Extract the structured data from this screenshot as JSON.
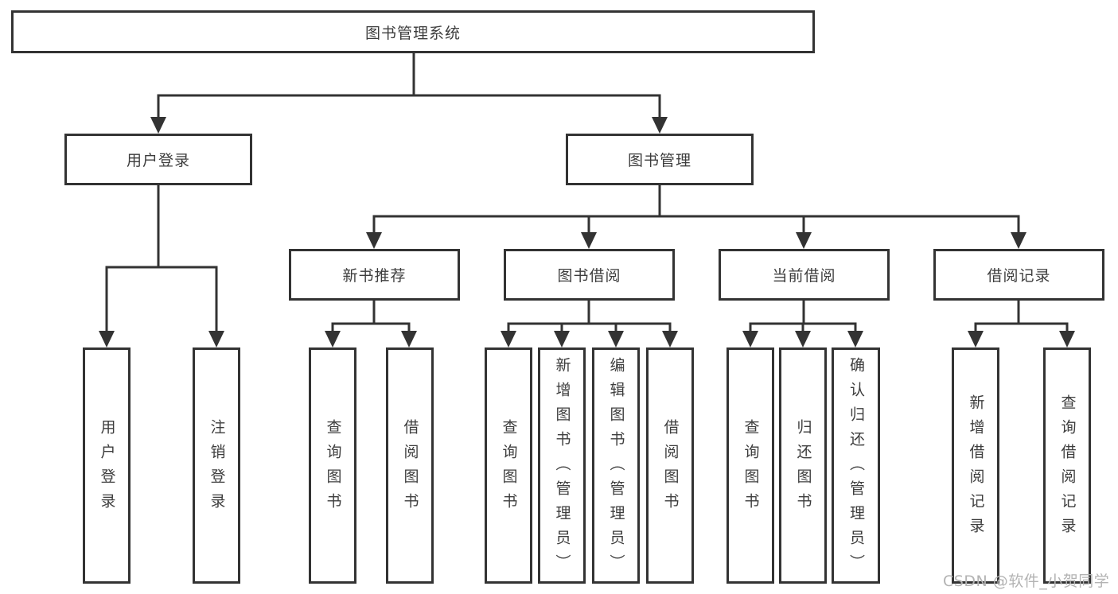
{
  "diagram": {
    "root": {
      "label": "图书管理系统"
    },
    "branches": [
      {
        "label": "用户登录",
        "children": [
          {
            "label": "用户登录"
          },
          {
            "label": "注销登录"
          }
        ]
      },
      {
        "label": "图书管理",
        "sections": [
          {
            "label": "新书推荐",
            "children": [
              {
                "label": "查询图书"
              },
              {
                "label": "借阅图书"
              }
            ]
          },
          {
            "label": "图书借阅",
            "children": [
              {
                "label": "查询图书"
              },
              {
                "label": "新增图书（管理员）"
              },
              {
                "label": "编辑图书（管理员）"
              },
              {
                "label": "借阅图书"
              }
            ]
          },
          {
            "label": "当前借阅",
            "children": [
              {
                "label": "查询图书"
              },
              {
                "label": "归还图书"
              },
              {
                "label": "确认归还（管理员）"
              }
            ]
          },
          {
            "label": "借阅记录",
            "children": [
              {
                "label": "新增借阅记录"
              },
              {
                "label": "查询借阅记录"
              }
            ]
          }
        ]
      }
    ]
  },
  "watermark": {
    "text": "CSDN @软件_小贺同学"
  },
  "colors": {
    "line": "#333333",
    "box_border": "#333333",
    "box_background": "#ffffff",
    "text": "#3d3d3d",
    "watermark": "#b3b3b3"
  }
}
